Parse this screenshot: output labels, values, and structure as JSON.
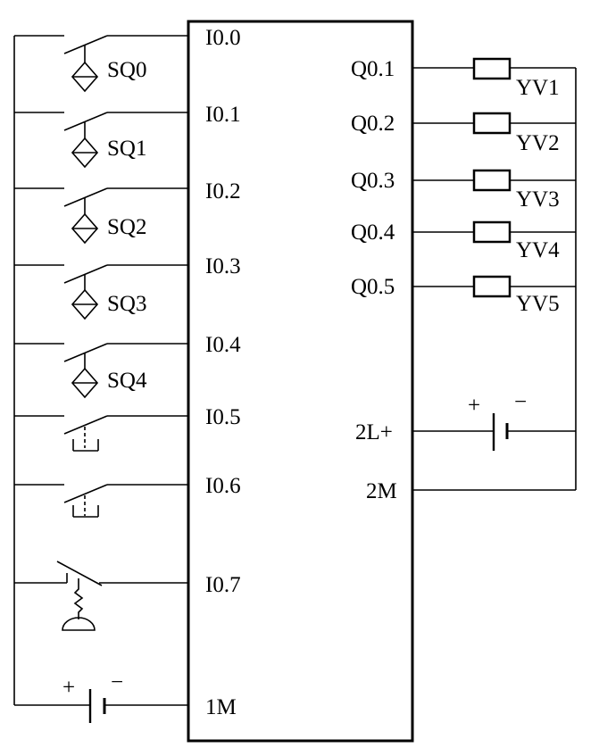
{
  "plc": {
    "inputs": [
      "I0.0",
      "I0.1",
      "I0.2",
      "I0.3",
      "I0.4",
      "I0.5",
      "I0.6",
      "I0.7"
    ],
    "common_in": "1M",
    "outputs": [
      "Q0.1",
      "Q0.2",
      "Q0.3",
      "Q0.4",
      "Q0.5"
    ],
    "supply_out": "2L+",
    "common_out": "2M"
  },
  "sensors": [
    "SQ0",
    "SQ1",
    "SQ2",
    "SQ3",
    "SQ4"
  ],
  "valves": [
    "YV1",
    "YV2",
    "YV3",
    "YV4",
    "YV5"
  ],
  "battery_in": {
    "plus": "+",
    "minus": "−"
  },
  "battery_out": {
    "plus": "+",
    "minus": "−"
  }
}
